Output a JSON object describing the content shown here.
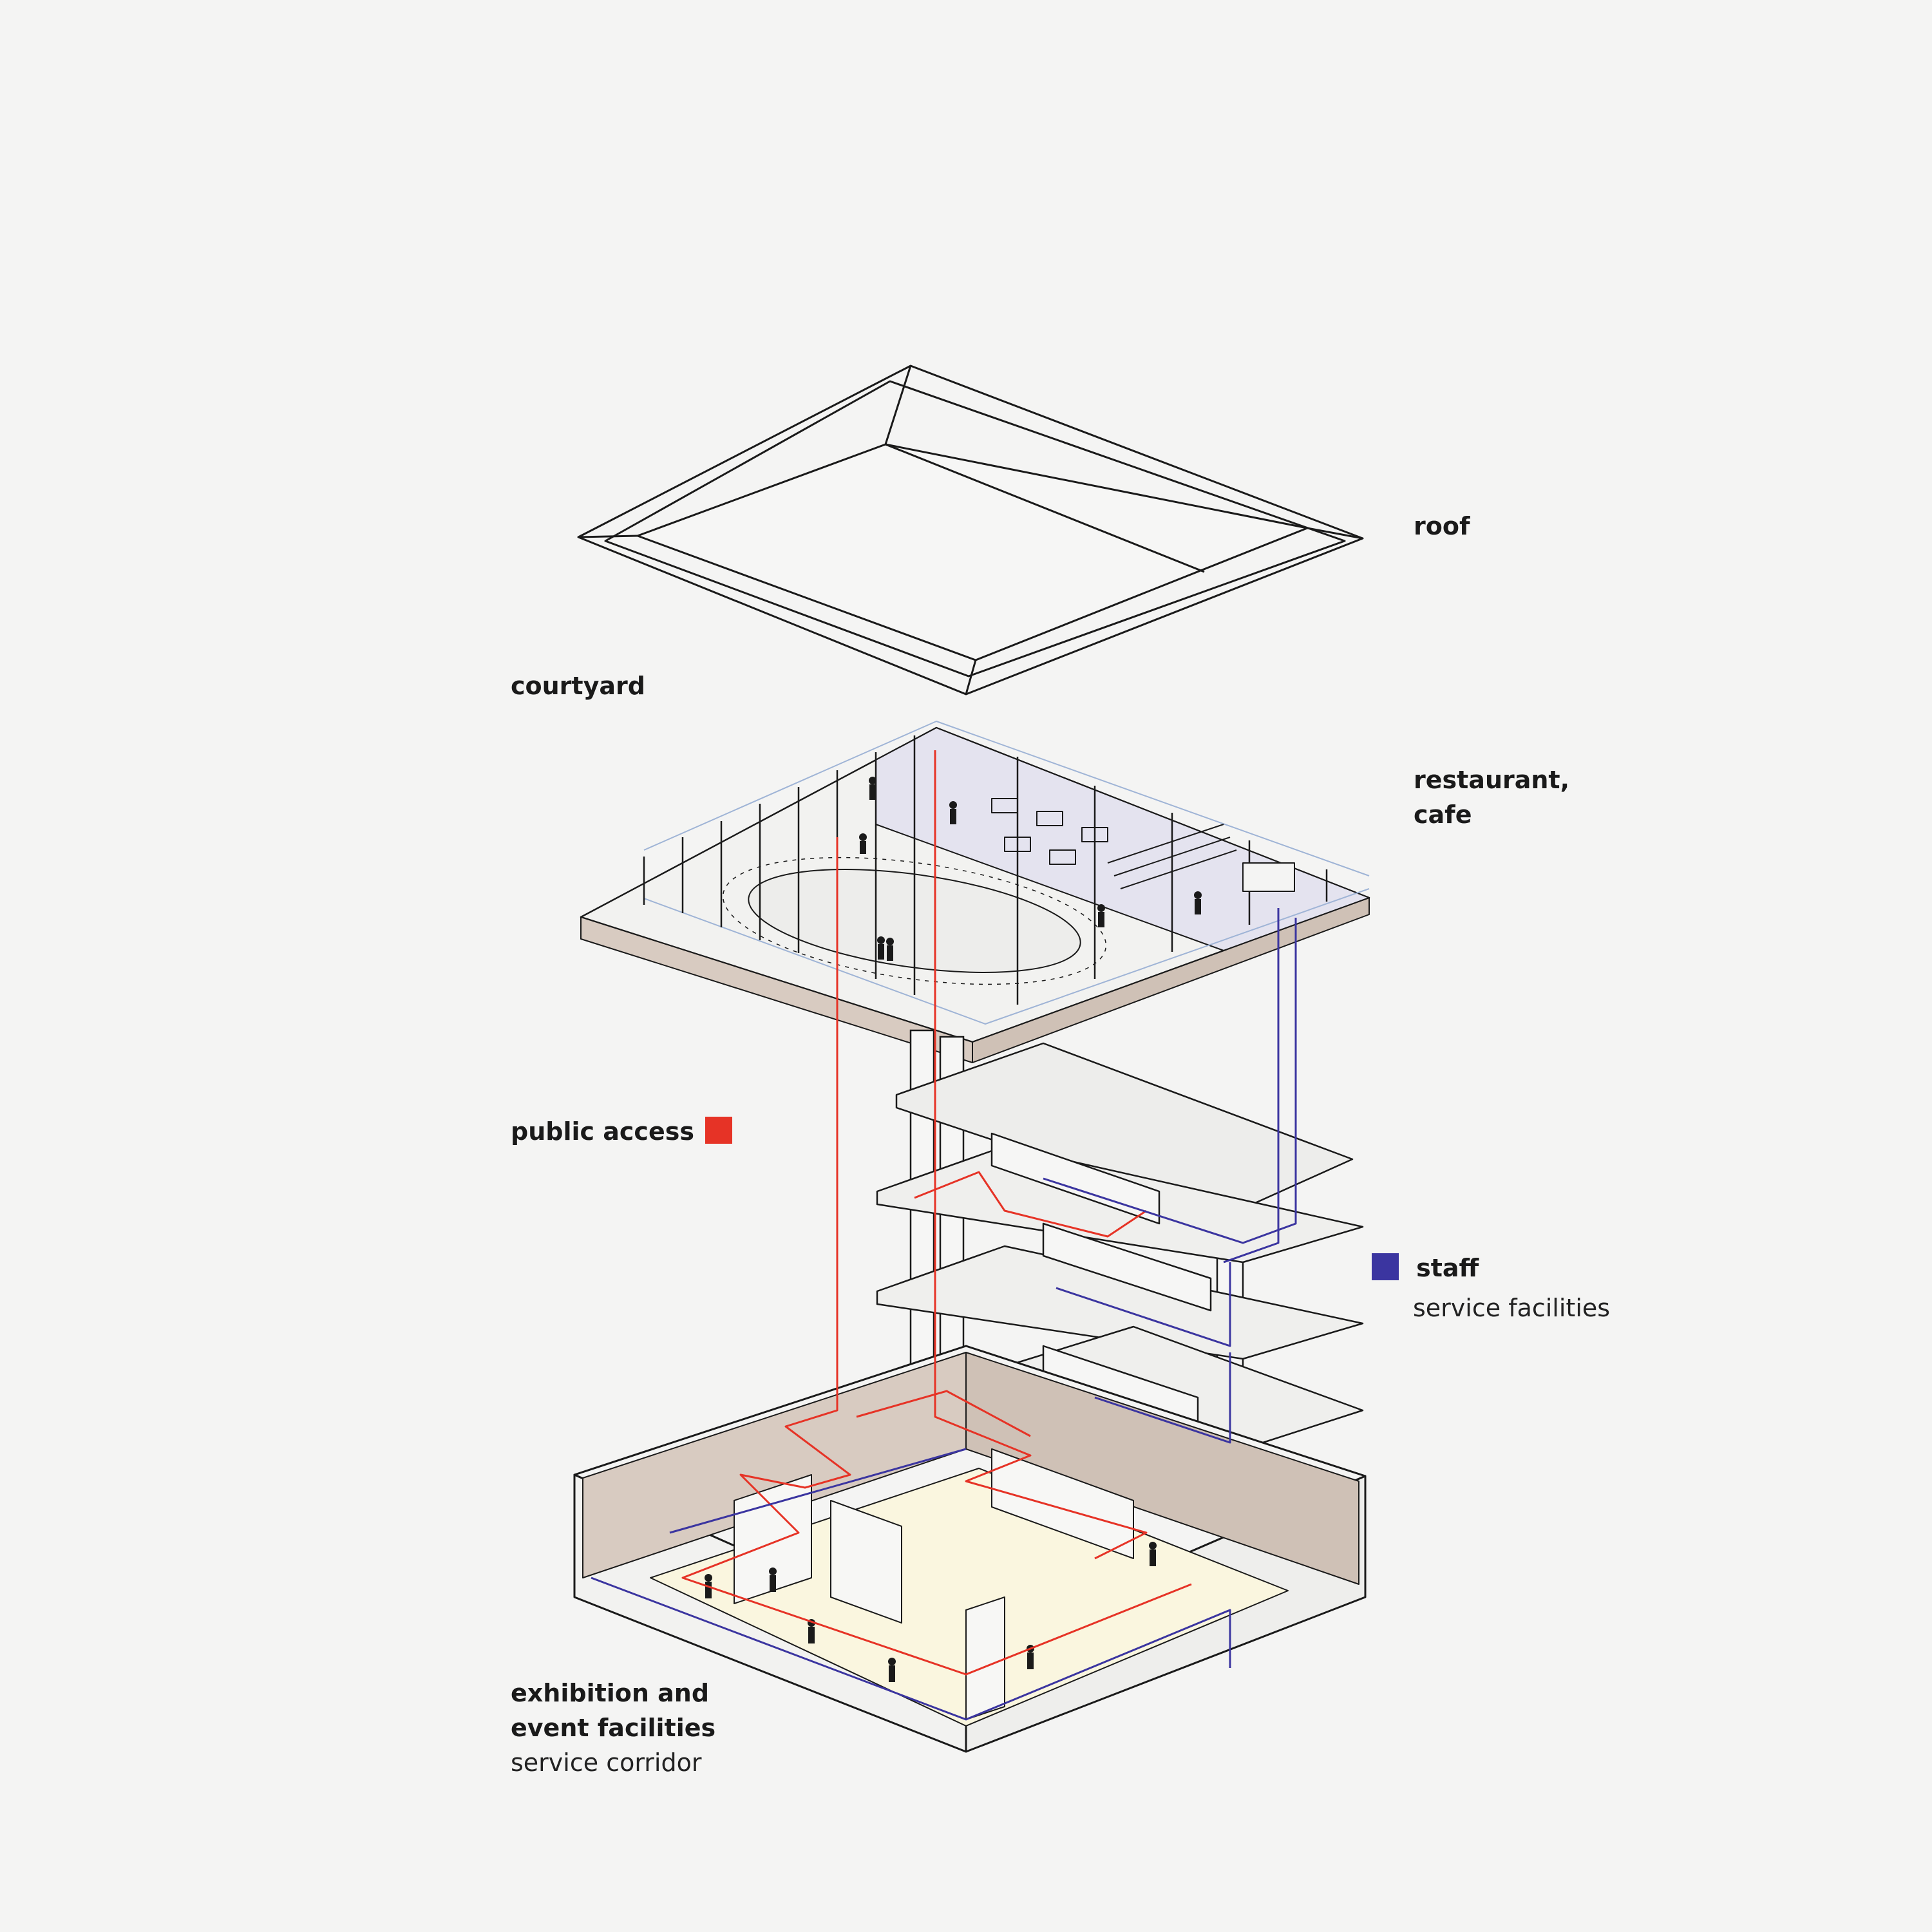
{
  "labels": {
    "roof": "roof",
    "courtyard": "courtyard",
    "restaurant_line1": "restaurant,",
    "restaurant_line2": "cafe",
    "public_access": "public access",
    "staff": "staff",
    "staff_sub": "service facilities",
    "exhibition_line1": "exhibition and",
    "exhibition_line2": "event facilities",
    "exhibition_sub": "service corridor"
  },
  "colors": {
    "background": "#f4f4f3",
    "line": "#1a1a1a",
    "public_access": "#e63326",
    "staff": "#3b35a0",
    "wood": "#d8cbc1",
    "restaurant_fill": "#e4e3ef",
    "exhibition_fill": "#faf6df",
    "glass": "#9fb4d6"
  }
}
